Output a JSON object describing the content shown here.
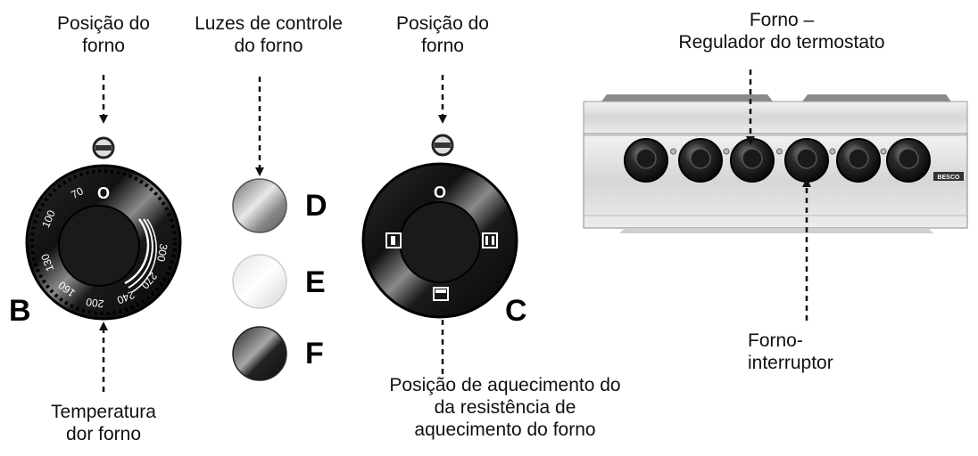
{
  "labels": {
    "oven_position_left": [
      "Posição do",
      "forno"
    ],
    "control_lights": [
      "Luzes de controle",
      "do forno"
    ],
    "oven_position_center": [
      "Posição do",
      "forno"
    ],
    "thermostat": [
      "Forno –",
      "Regulador do termostato"
    ],
    "oven_temperature": [
      "Temperatura",
      "dor forno"
    ],
    "heating_position": [
      "Posição de aquecimento do",
      "da resistência de",
      "aquecimento do forno"
    ],
    "oven_switch": [
      "Forno-",
      "interruptor"
    ]
  },
  "letters": {
    "b": "B",
    "c": "C",
    "d": "D",
    "e": "E",
    "f": "F"
  },
  "thermostat_scale": {
    "off_symbol": "O",
    "ticks": [
      "70",
      "100",
      "130",
      "160",
      "200",
      "240",
      "270",
      "300"
    ]
  },
  "switch_knob": {
    "top_symbol": "O"
  },
  "brand_label": "BESCO",
  "colors": {
    "knob_dark": "#1c1c1c",
    "knob_light": "#9a9a9a",
    "panel": "#dcdcdc",
    "arrow": "#111111"
  }
}
